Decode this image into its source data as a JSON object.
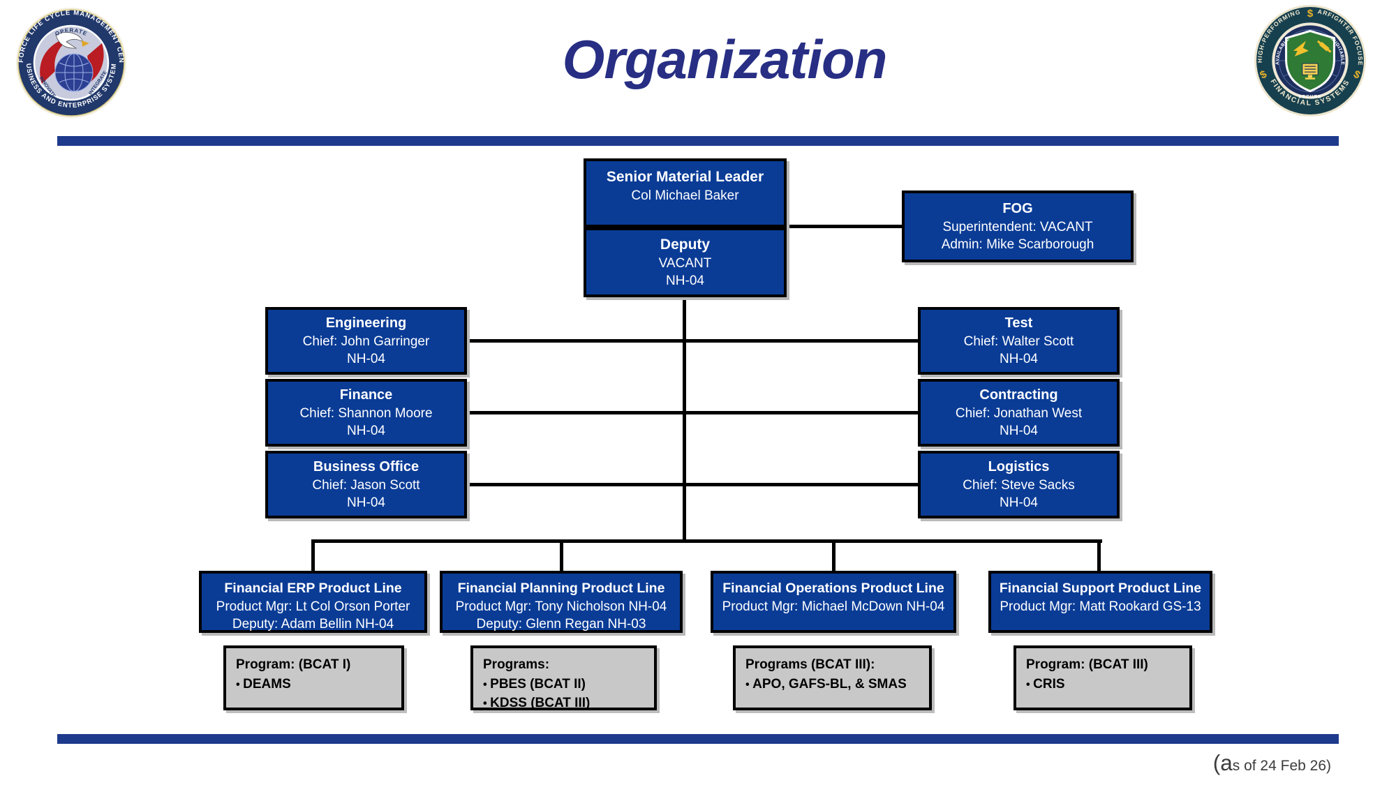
{
  "slide": {
    "title": "Organization",
    "as_of": "(as of 24 Feb 26)"
  },
  "colors": {
    "box-blue": "#0a3c96",
    "bar-navy": "#1e3a8d",
    "title-navy": "#272e83",
    "gray-box": "#c8c8c8",
    "line-black": "#000000"
  },
  "logos": {
    "left": {
      "ring_top": "AIR FORCE LIFE CYCLE MANAGEMENT CENTER",
      "ring_bottom": "BUSINESS AND ENTERPRISE SYSTEMS",
      "inner_words": [
        "OPERATE",
        "INNOVATE",
        "INTEGRATE"
      ]
    },
    "right": {
      "ring_words": [
        "HIGH-PERFORMING",
        "WARFIGHTER FOCUSED",
        "FINANCIAL SYSTEMS"
      ],
      "inner_words": [
        "AVAILABLE",
        "AUDITABLE",
        "SECURE"
      ]
    }
  },
  "org": {
    "senior": {
      "title": "Senior Material Leader",
      "name": "Col Michael Baker"
    },
    "deputy": {
      "title": "Deputy",
      "line1": "VACANT",
      "line2": "NH-04"
    },
    "fog": {
      "title": "FOG",
      "line1": "Superintendent: VACANT",
      "line2": "Admin: Mike Scarborough"
    },
    "left_divisions": [
      {
        "title": "Engineering",
        "chief": "Chief: John Garringer",
        "grade": "NH-04"
      },
      {
        "title": "Finance",
        "chief": "Chief: Shannon Moore",
        "grade": "NH-04"
      },
      {
        "title": "Business Office",
        "chief": "Chief: Jason Scott",
        "grade": "NH-04"
      }
    ],
    "right_divisions": [
      {
        "title": "Test",
        "chief": "Chief: Walter Scott",
        "grade": "NH-04"
      },
      {
        "title": "Contracting",
        "chief": "Chief: Jonathan West",
        "grade": "NH-04"
      },
      {
        "title": "Logistics",
        "chief": "Chief: Steve Sacks",
        "grade": "NH-04"
      }
    ],
    "product_lines": [
      {
        "title": "Financial ERP Product Line",
        "line1": "Product Mgr: Lt Col Orson Porter",
        "line2": "Deputy: Adam Bellin NH-04"
      },
      {
        "title": "Financial Planning Product Line",
        "line1": "Product Mgr: Tony Nicholson NH-04",
        "line2": "Deputy: Glenn Regan NH-03"
      },
      {
        "title": "Financial Operations Product Line",
        "line1": "Product Mgr:  Michael McDown NH-04",
        "line2": ""
      },
      {
        "title": "Financial Support Product Line",
        "line1": "Product Mgr: Matt Rookard GS-13",
        "line2": ""
      }
    ],
    "programs": [
      {
        "title": "Program: (BCAT I)",
        "items": [
          "DEAMS"
        ]
      },
      {
        "title": "Programs:",
        "items": [
          "PBES (BCAT II)",
          "KDSS (BCAT III)"
        ]
      },
      {
        "title": "Programs (BCAT III):",
        "items": [
          "APO, GAFS-BL, & SMAS"
        ]
      },
      {
        "title": "Program: (BCAT III)",
        "items": [
          "CRIS"
        ]
      }
    ]
  }
}
